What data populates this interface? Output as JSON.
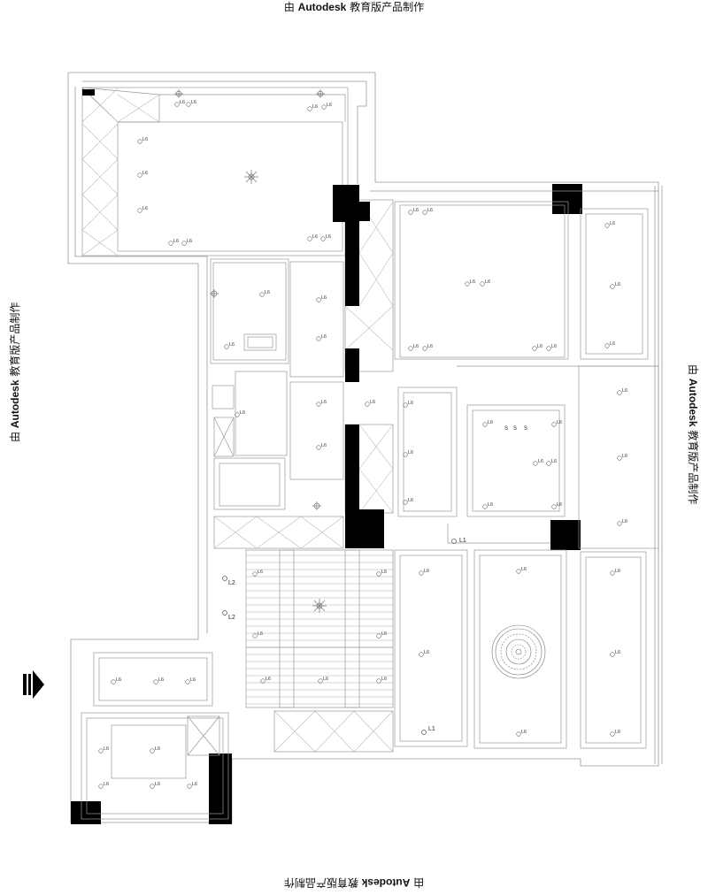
{
  "watermark": {
    "prefix": "由",
    "brand": "Autodesk",
    "suffix": "教育版产品制作"
  },
  "labels": {
    "downlight": "L6",
    "spot_l1": "L1",
    "spot_l2": "L2",
    "s": "S"
  }
}
